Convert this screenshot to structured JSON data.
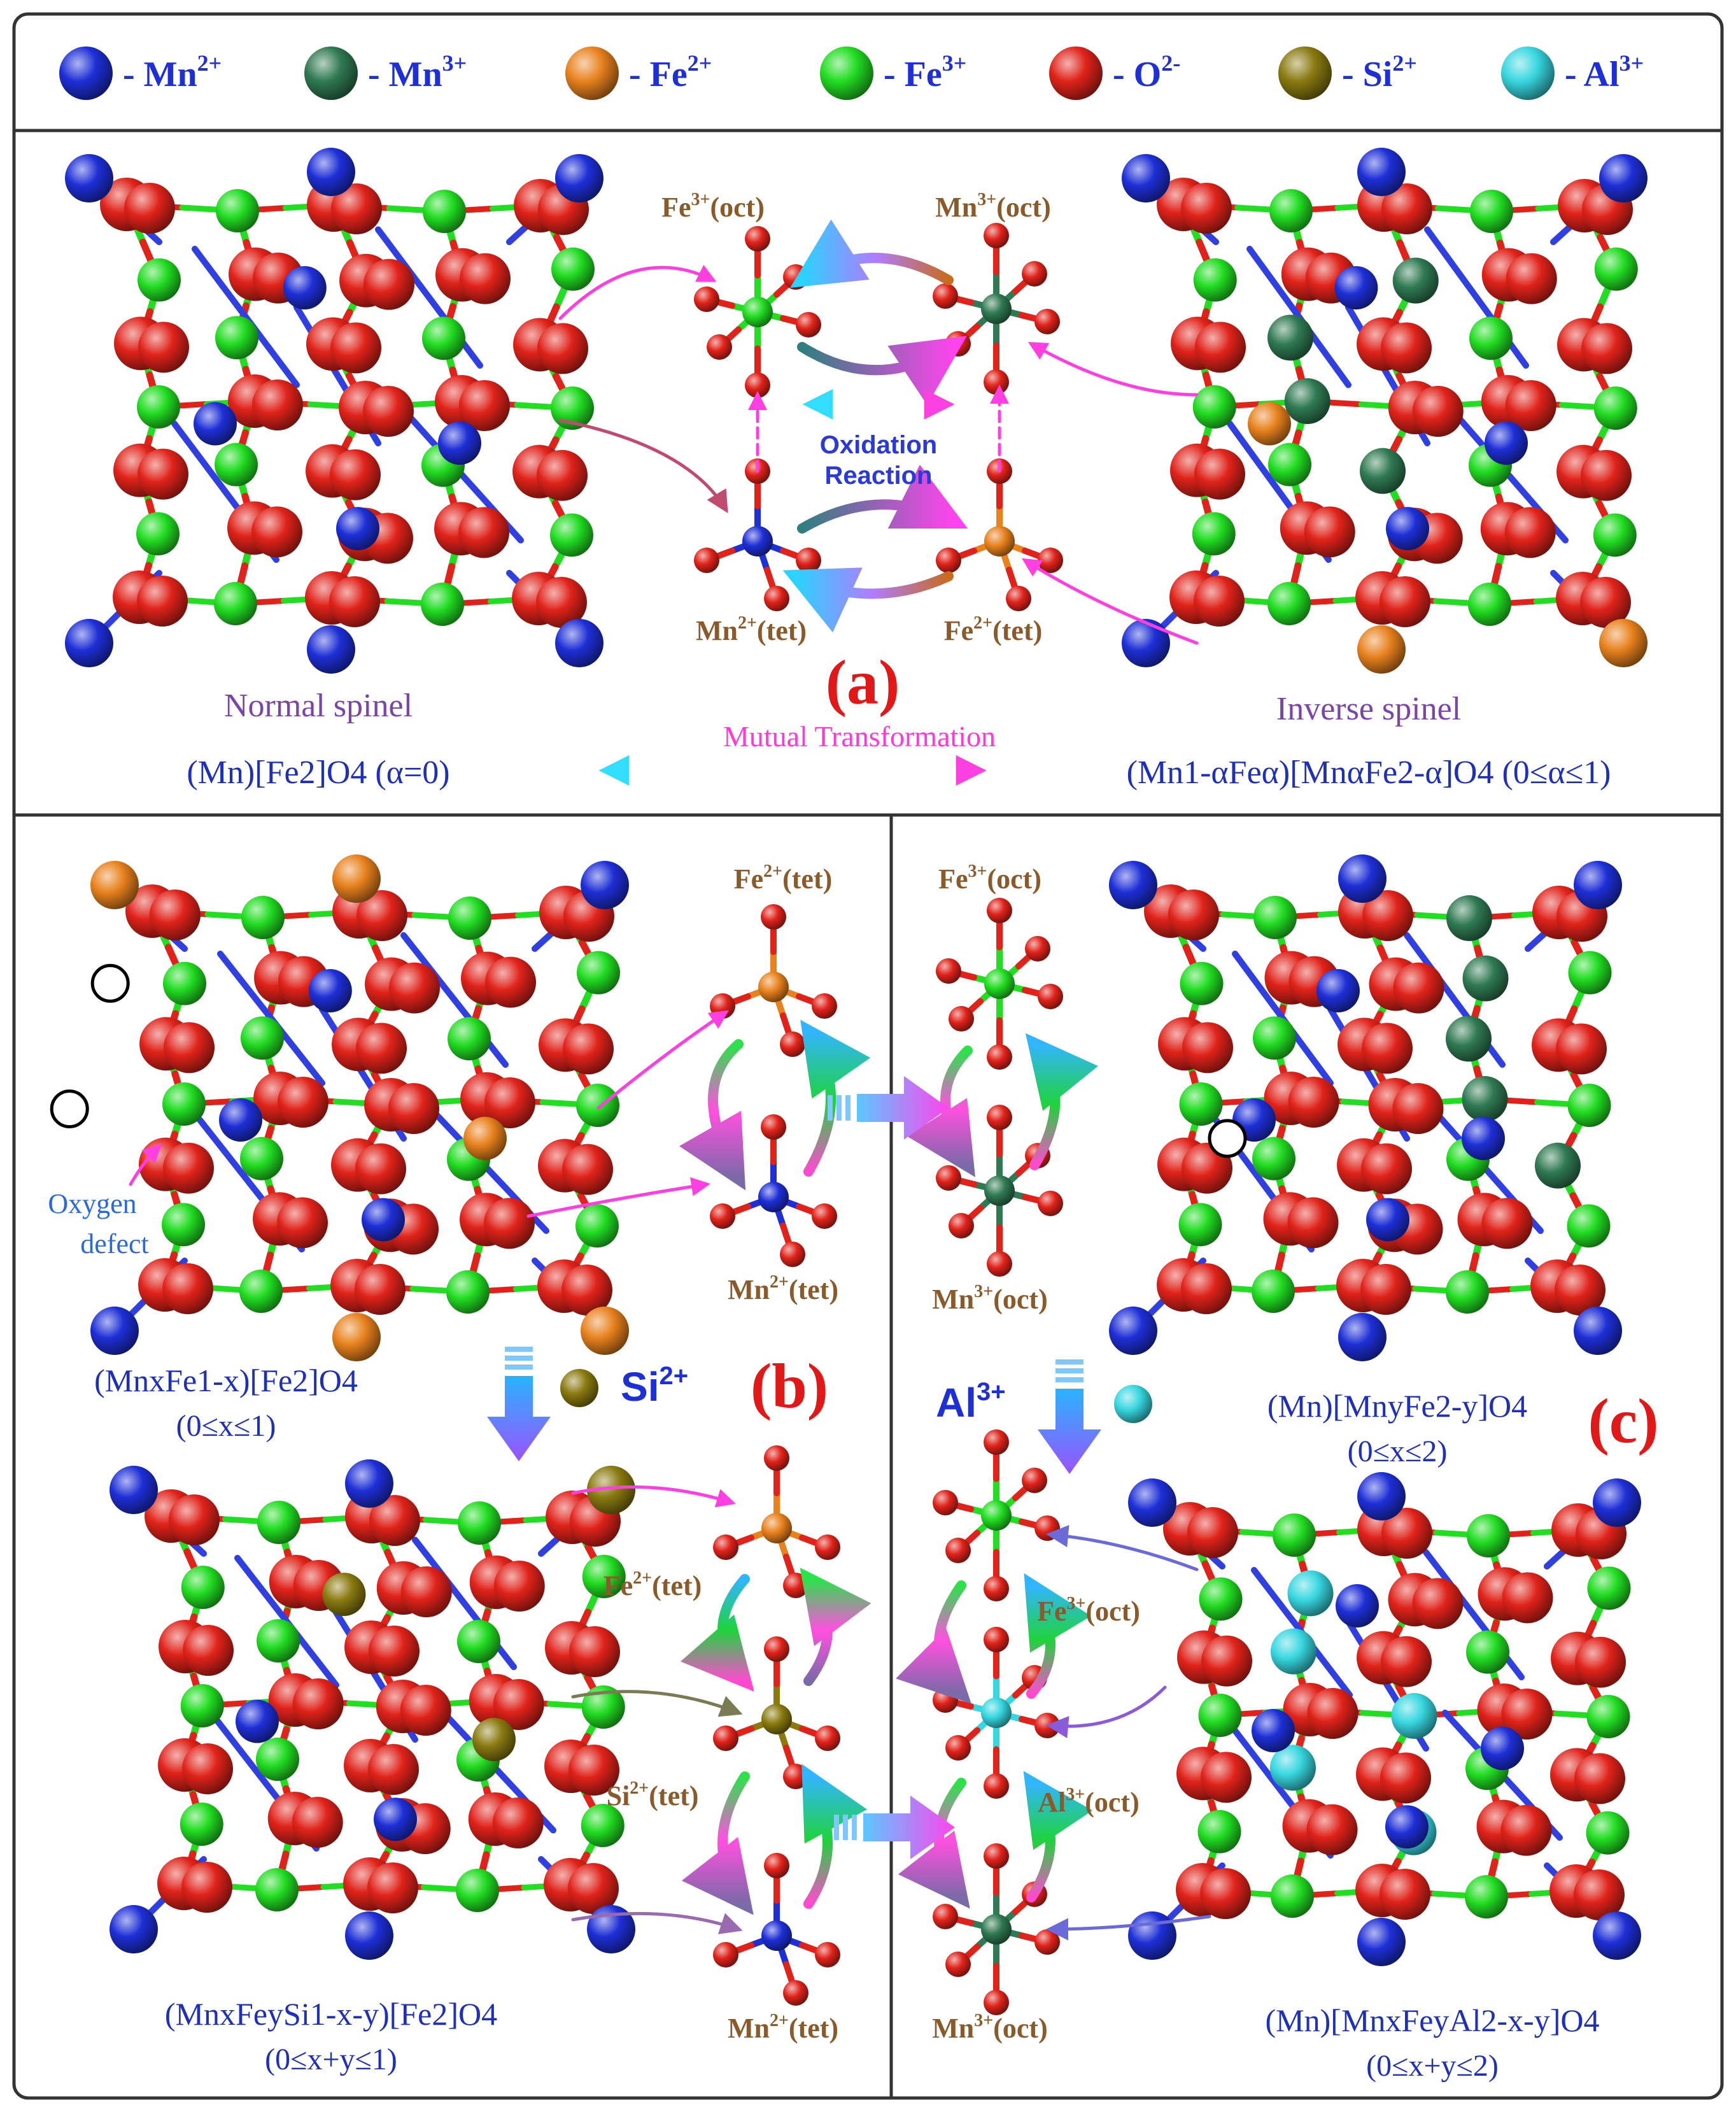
{
  "legend": [
    {
      "symbol": "Mn",
      "charge": "2+",
      "color": "#1e2fd6"
    },
    {
      "symbol": "Mn",
      "charge": "3+",
      "color": "#2f7a52"
    },
    {
      "symbol": "Fe",
      "charge": "2+",
      "color": "#e8821e"
    },
    {
      "symbol": "Fe",
      "charge": "3+",
      "color": "#22dd22"
    },
    {
      "symbol": "O",
      "charge": "2-",
      "color": "#e0231a"
    },
    {
      "symbol": "Si",
      "charge": "2+",
      "color": "#8a7a10"
    },
    {
      "symbol": "Al",
      "charge": "3+",
      "color": "#38d7e0"
    }
  ],
  "panel_a": {
    "tag": "(a)",
    "fe3_oct": {
      "el": "Fe",
      "sup": "3+",
      "site": "(oct)"
    },
    "mn3_oct": {
      "el": "Mn",
      "sup": "3+",
      "site": "(oct)"
    },
    "mn2_tet": {
      "el": "Mn",
      "sup": "2+",
      "site": "(tet)"
    },
    "fe2_tet": {
      "el": "Fe",
      "sup": "2+",
      "site": "(tet)"
    },
    "oxidation_line1": "Oxidation",
    "oxidation_line2": "Reaction",
    "normal_title": "Normal spinel",
    "normal_formula": "(Mn)[Fe2]O4 (α=0)",
    "inverse_title": "Inverse spinel",
    "inverse_formula": "(Mn1-αFeα)[MnαFe2-α]O4 (0≤α≤1)",
    "mutual": "Mutual Transformation"
  },
  "panel_b": {
    "tag": "(b)",
    "fe2_tet_top": {
      "el": "Fe",
      "sup": "2+",
      "site": "(tet)"
    },
    "mn2_tet_top": {
      "el": "Mn",
      "sup": "2+",
      "site": "(tet)"
    },
    "defect_line1": "Oxygen",
    "defect_line2": "defect",
    "formula1": "(MnxFe1-x)[Fe2]O4",
    "range1": "(0≤x≤1)",
    "dopant": {
      "el": "Si",
      "sup": "2+"
    },
    "fe2_tet_bottom": {
      "el": "Fe",
      "sup": "2+",
      "site": "(tet)"
    },
    "si2_tet": {
      "el": "Si",
      "sup": "2+",
      "site": "(tet)"
    },
    "mn2_tet_bottom": {
      "el": "Mn",
      "sup": "2+",
      "site": "(tet)"
    },
    "formula2": "(MnxFeySi1-x-y)[Fe2]O4",
    "range2": "(0≤x+y≤1)"
  },
  "panel_c": {
    "tag": "(c)",
    "fe3_oct_top": {
      "el": "Fe",
      "sup": "3+",
      "site": "(oct)"
    },
    "mn3_oct_top": {
      "el": "Mn",
      "sup": "3+",
      "site": "(oct)"
    },
    "formula1": "(Mn)[MnyFe2-y]O4",
    "range1": "(0≤x≤2)",
    "dopant": {
      "el": "Al",
      "sup": "3+"
    },
    "fe3_oct_bottom": {
      "el": "Fe",
      "sup": "3+",
      "site": "(oct)"
    },
    "al3_oct": {
      "el": "Al",
      "sup": "3+",
      "site": "(oct)"
    },
    "mn3_oct_bottom": {
      "el": "Mn",
      "sup": "3+",
      "site": "(oct)"
    },
    "formula2": "(Mn)[MnxFeyAl2-x-y]O4",
    "range2": "(0≤x+y≤2)"
  }
}
